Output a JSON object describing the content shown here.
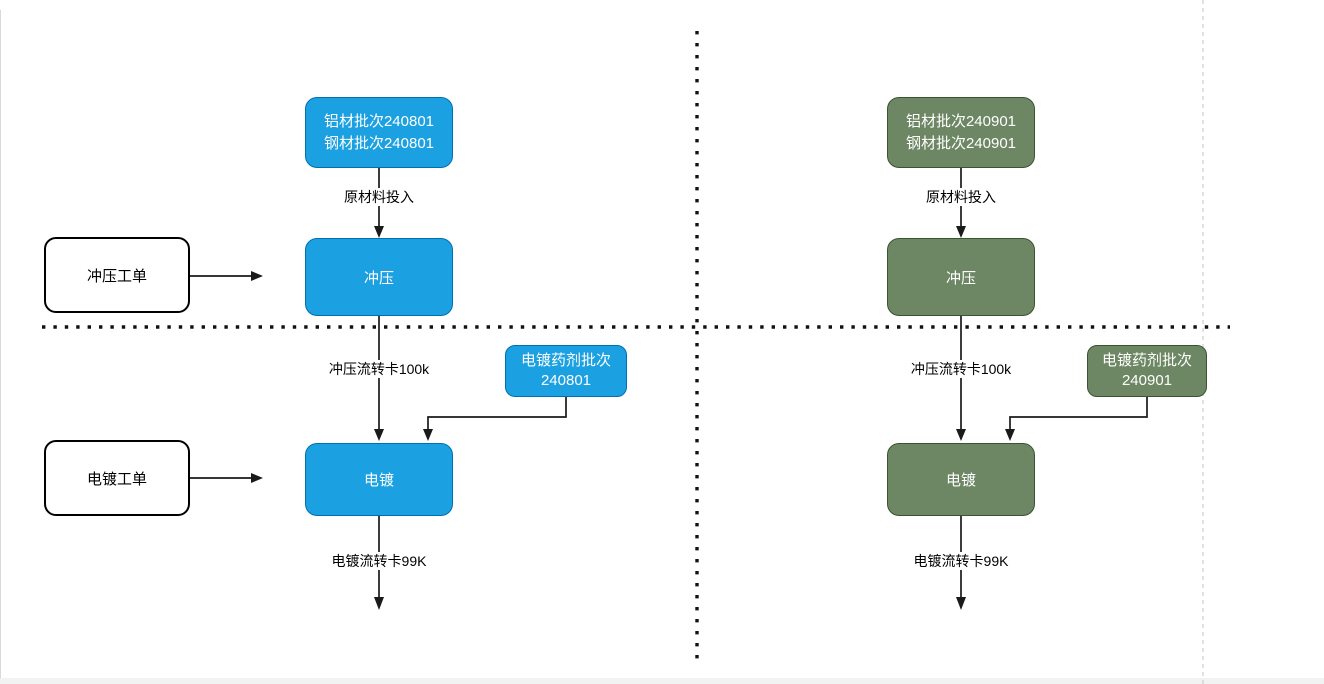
{
  "diagram": {
    "left": {
      "material_line1": "铝材批次240801",
      "material_line2": "钢材批次240801",
      "raw_input_label": "原材料投入",
      "stamping_label": "冲压",
      "stamping_order_label": "冲压工单",
      "stamping_card_label": "冲压流转卡100k",
      "chemical_line1": "电镀药剂批次",
      "chemical_line2": "240801",
      "plating_label": "电镀",
      "plating_order_label": "电镀工单",
      "plating_card_label": "电镀流转卡99K"
    },
    "right": {
      "material_line1": "铝材批次240901",
      "material_line2": "钢材批次240901",
      "raw_input_label": "原材料投入",
      "stamping_label": "冲压",
      "stamping_card_label": "冲压流转卡100k",
      "chemical_line1": "电镀药剂批次",
      "chemical_line2": "240901",
      "plating_label": "电镀",
      "plating_card_label": "电镀流转卡99K"
    },
    "colors": {
      "left_fill": "#1ba1e2",
      "left_stroke": "#006eaf",
      "right_fill": "#6d8764",
      "right_stroke": "#3a5431",
      "connector": "#1a1a1a",
      "divider_dots": "#111111",
      "page_boundary": "#c4c4c4"
    }
  }
}
